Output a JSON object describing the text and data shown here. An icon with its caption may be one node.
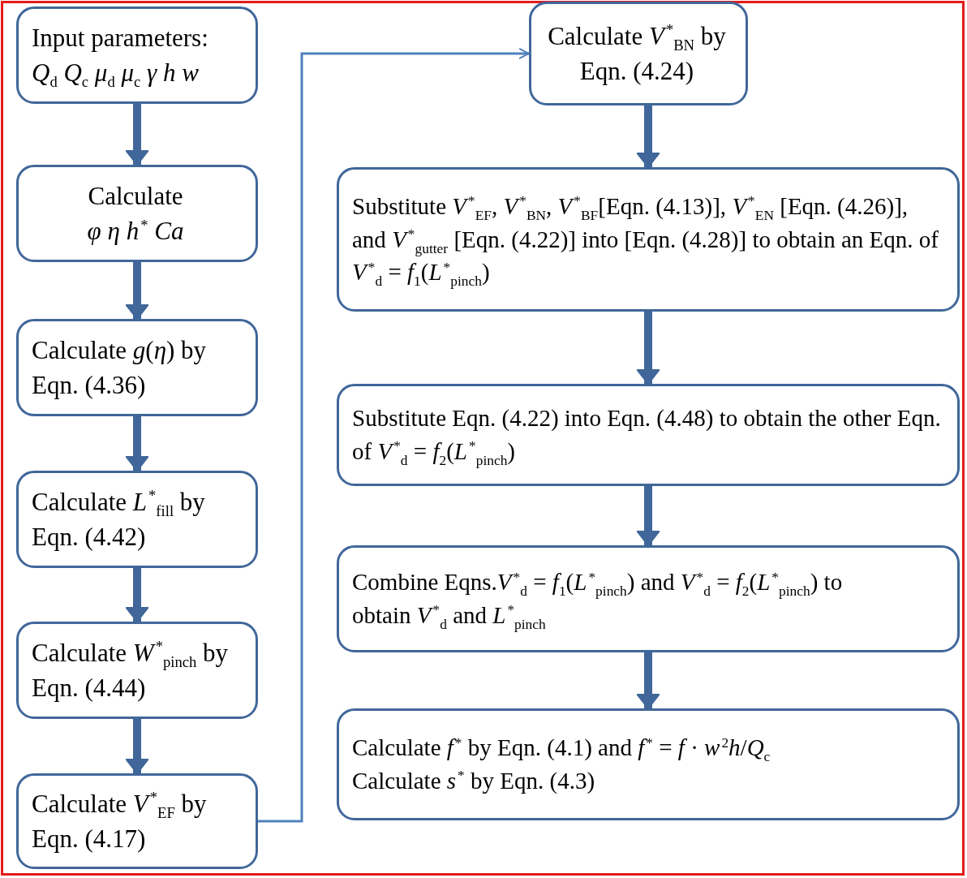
{
  "diagram": {
    "nodes": [
      {
        "text": [
          "Input parameters:",
          "*Q*$_{d}$ *Q*$_{c}$ *μ*$_{d}$ *μ*$_{c}$ *γ* *h* *w*"
        ]
      },
      {
        "text": [
          "Calculate",
          "*φ* *η* *h*$^{*}$ *Ca*"
        ]
      },
      {
        "text": [
          "Calculate *g*(*η*) by Eqn. (4.36)"
        ]
      },
      {
        "text": [
          "Calculate *L*$^{*}$$_{fill}$ by Eqn. (4.42)"
        ]
      },
      {
        "text": [
          "Calculate *W*$^{*}$$_{pinch}$ by Eqn. (4.44)"
        ]
      },
      {
        "text": [
          "Calculate *V*$^{*}$$_{EF}$ by Eqn. (4.17)"
        ]
      },
      {
        "text": [
          "Calculate *V*$^{*}$$_{BN}$ by Eqn. (4.24)"
        ]
      },
      {
        "text": [
          "Substitute *V*$^{*}$$_{EF}$, *V*$^{*}$$_{BN}$, *V*$^{*}$$_{BF}$[Eqn. (4.13)], *V*$^{*}$$_{EN}$ [Eqn. (4.26)], and *V*$^{*}$$_{gutter}$ [Eqn. (4.22)] into [Eqn. (4.28)] to obtain an Eqn. of *V*$^{*}$$_{d}$ = *f*$_{1}$(*L*$^{*}$$_{pinch}$)"
        ]
      },
      {
        "text": [
          "Substitute Eqn. (4.22) into Eqn. (4.48) to obtain the other Eqn. of *V*$^{*}$$_{d}$ = *f*$_{2}$(*L*$^{*}$$_{pinch}$)"
        ]
      },
      {
        "text": [
          "Combine Eqns.*V*$^{*}$$_{d}$ = *f*$_{1}$(*L*$^{*}$$_{pinch}$) and *V*$^{*}$$_{d}$ = *f*$_{2}$(*L*$^{*}$$_{pinch}$) to obtain *V*$^{*}$$_{d}$ and *L*$^{*}$$_{pinch}$"
        ]
      },
      {
        "text": [
          "Calculate *f*$^{*}$ by Eqn. (4.1) and *f*$^{*}$ = *f* · *w*$^{2}$*h*/*Q*$_{c}$",
          "Calculate *s*$^{*}$ by Eqn. (4.3)"
        ]
      }
    ],
    "edges": [
      {
        "from": 0,
        "to": 1,
        "arrow": "to"
      },
      {
        "from": 1,
        "to": 2,
        "arrow": "to"
      },
      {
        "from": 2,
        "to": 3,
        "arrow": "to"
      },
      {
        "from": 3,
        "to": 4,
        "arrow": "to"
      },
      {
        "from": 4,
        "to": 5,
        "arrow": "to"
      },
      {
        "from": 5,
        "to": 6,
        "arrow": "to",
        "color": "#4f81bd"
      },
      {
        "from": 6,
        "to": 7,
        "arrow": "to"
      },
      {
        "from": 7,
        "to": 8,
        "arrow": "to"
      },
      {
        "from": 8,
        "to": 9,
        "arrow": "to"
      },
      {
        "from": 9,
        "to": 10,
        "arrow": "to"
      }
    ]
  }
}
